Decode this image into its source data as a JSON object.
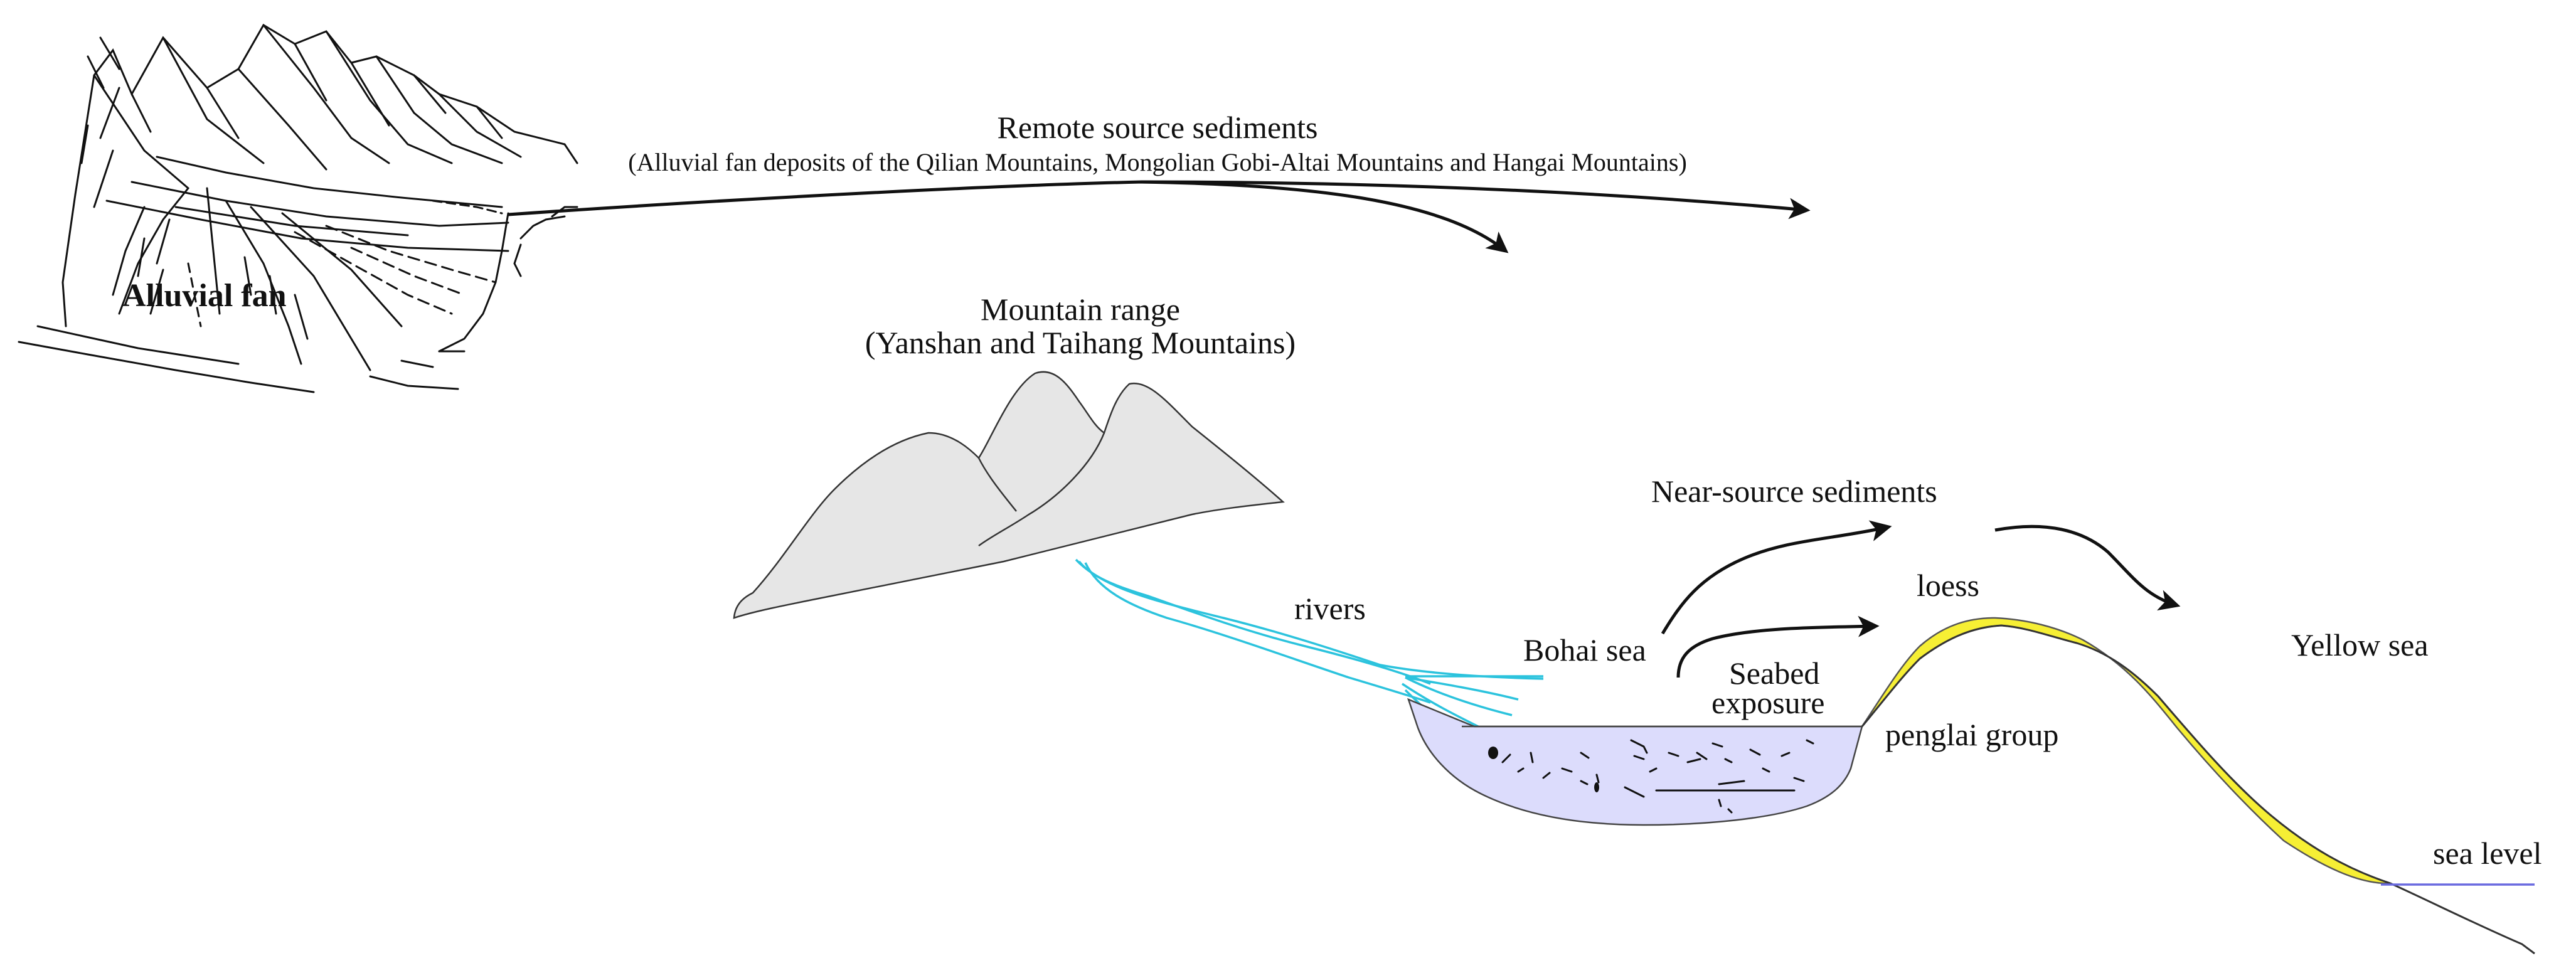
{
  "labels": {
    "alluvial_fan": "Alluvial fan",
    "remote_title": "Remote source sediments",
    "remote_detail": "(Alluvial fan deposits of the Qilian Mountains, Mongolian Gobi-Altai Mountains and Hangai Mountains)",
    "mountain_title": "Mountain range",
    "mountain_detail": "(Yanshan and Taihang Mountains)",
    "near_source": "Near-source sediments",
    "rivers": "rivers",
    "loess": "loess",
    "bohai_sea": "Bohai sea",
    "seabed_line1": "Seabed",
    "seabed_line2": "exposure",
    "penglai_group": "penglai group",
    "yellow_sea": "Yellow sea",
    "sea_level": "sea level"
  },
  "colors": {
    "mountain_fill": "#e6e6e6",
    "basin_fill": "#dcdcfc",
    "loess_fill": "#f6ef34",
    "river_stroke": "#2cc3dd",
    "sea_level_stroke": "#6a6adf",
    "line_stroke": "#111111"
  }
}
